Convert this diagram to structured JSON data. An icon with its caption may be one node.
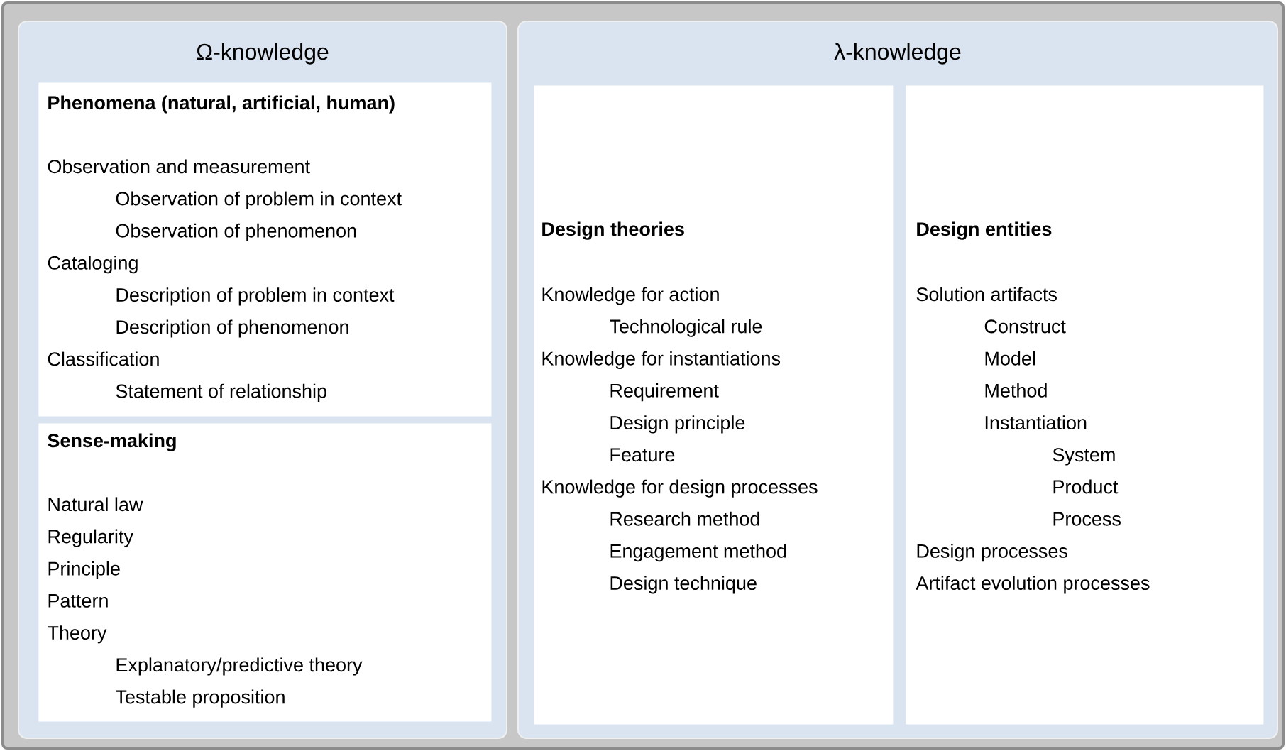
{
  "diagram": {
    "nodes": [
      {
        "text": [
          "Ω-knowledge"
        ]
      },
      {
        "text": [
          "Phenomena (natural, artificial, human)",
          "Observation and measurement",
          "Observation of problem in context",
          "Observation of phenomenon",
          "Cataloging",
          "Description of problem in context",
          "Description of phenomenon",
          "Classification",
          "Statement of relationship"
        ],
        "in": 0
      },
      {
        "text": [
          "Sense-making",
          "Natural law",
          "Regularity",
          "Principle",
          "Pattern",
          "Theory",
          "Explanatory/predictive theory",
          "Testable proposition"
        ],
        "in": 0
      },
      {
        "text": [
          "λ-knowledge"
        ]
      },
      {
        "text": [
          "Design theories",
          "Knowledge for action",
          "Technological rule",
          "Knowledge for instantiations",
          "Requirement",
          "Design principle",
          "Feature",
          "Knowledge for design processes",
          "Research method",
          "Engagement method",
          "Design technique"
        ],
        "in": 3
      },
      {
        "text": [
          "Design entities",
          "Solution artifacts",
          "Construct",
          "Model",
          "Method",
          "Instantiation",
          "System",
          "Product",
          "Process",
          "Design processes",
          "Artifact evolution processes"
        ],
        "in": 3
      }
    ]
  }
}
